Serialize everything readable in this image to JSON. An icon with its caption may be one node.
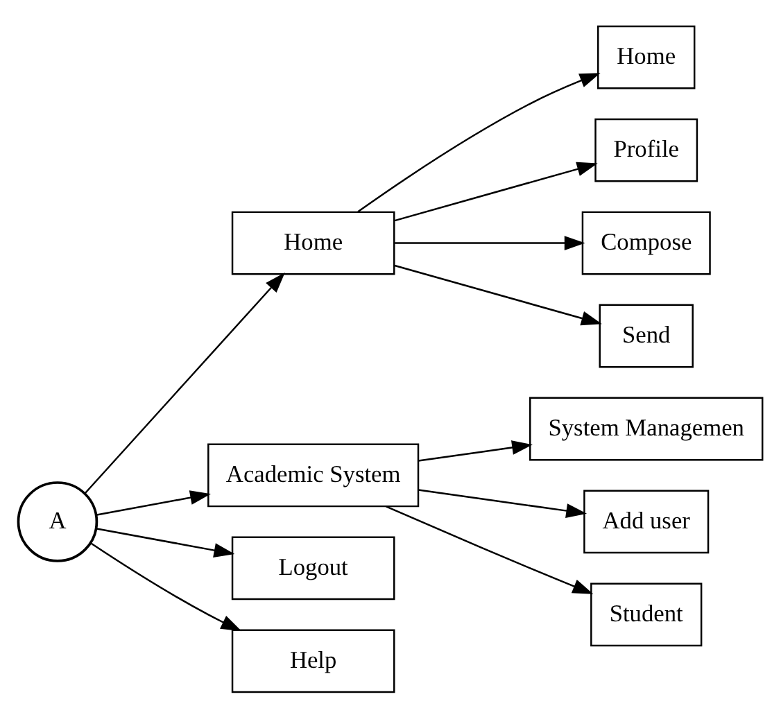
{
  "diagram": {
    "nodes": [
      {
        "text": [
          "A"
        ]
      },
      {
        "text": [
          "Home"
        ]
      },
      {
        "text": [
          "Academic System"
        ]
      },
      {
        "text": [
          "Logout"
        ]
      },
      {
        "text": [
          "Help"
        ]
      },
      {
        "text": [
          "Home"
        ]
      },
      {
        "text": [
          "Profile"
        ]
      },
      {
        "text": [
          "Compose"
        ]
      },
      {
        "text": [
          "Send"
        ]
      },
      {
        "text": [
          "System Managemen"
        ]
      },
      {
        "text": [
          "Add user"
        ]
      },
      {
        "text": [
          "Student"
        ]
      }
    ],
    "edges": [
      {
        "from": 0,
        "to": 1,
        "arrow": "to"
      },
      {
        "from": 0,
        "to": 2,
        "arrow": "to"
      },
      {
        "from": 0,
        "to": 3,
        "arrow": "to"
      },
      {
        "from": 0,
        "to": 4,
        "arrow": "to"
      },
      {
        "from": 1,
        "to": 5,
        "arrow": "to"
      },
      {
        "from": 1,
        "to": 6,
        "arrow": "to"
      },
      {
        "from": 1,
        "to": 7,
        "arrow": "to"
      },
      {
        "from": 1,
        "to": 8,
        "arrow": "to"
      },
      {
        "from": 2,
        "to": 9,
        "arrow": "to"
      },
      {
        "from": 2,
        "to": 10,
        "arrow": "to"
      },
      {
        "from": 2,
        "to": 11,
        "arrow": "to"
      }
    ]
  }
}
